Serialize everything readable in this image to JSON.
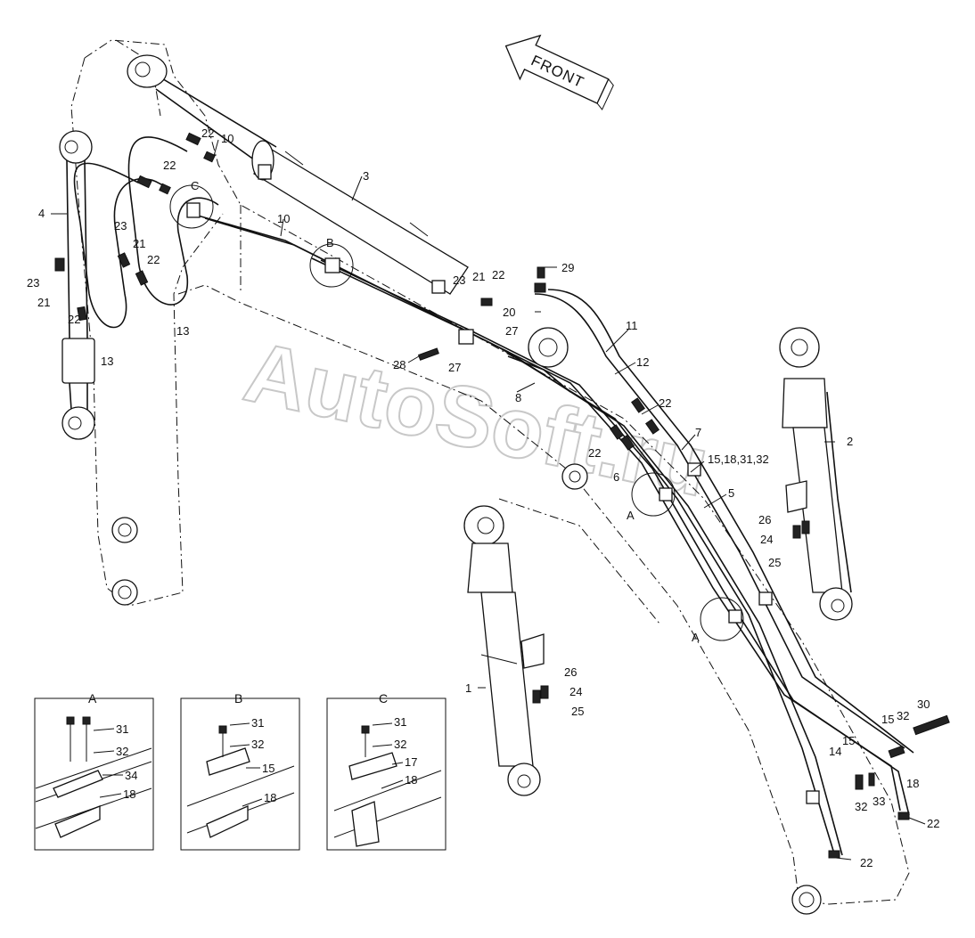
{
  "direction_label": "FRONT",
  "watermark": "AutoSoft.ru",
  "detail_views": [
    {
      "title": "A",
      "parts": [
        "31",
        "32",
        "34",
        "18"
      ]
    },
    {
      "title": "B",
      "parts": [
        "31",
        "32",
        "15",
        "18"
      ]
    },
    {
      "title": "C",
      "parts": [
        "31",
        "32",
        "17",
        "18"
      ]
    }
  ],
  "part_labels": [
    "1",
    "2",
    "3",
    "4",
    "5",
    "6",
    "7",
    "8",
    "10",
    "10",
    "11",
    "12",
    "13",
    "13",
    "14",
    "15",
    "15",
    "15,18,31,32",
    "18",
    "20",
    "21",
    "21",
    "21",
    "22",
    "22",
    "22",
    "22",
    "22",
    "22",
    "22",
    "22",
    "22",
    "23",
    "23",
    "23",
    "24",
    "24",
    "25",
    "25",
    "26",
    "26",
    "27",
    "27",
    "28",
    "29",
    "30",
    "32",
    "32",
    "33"
  ],
  "view_markers": [
    "A",
    "A",
    "B",
    "C"
  ]
}
